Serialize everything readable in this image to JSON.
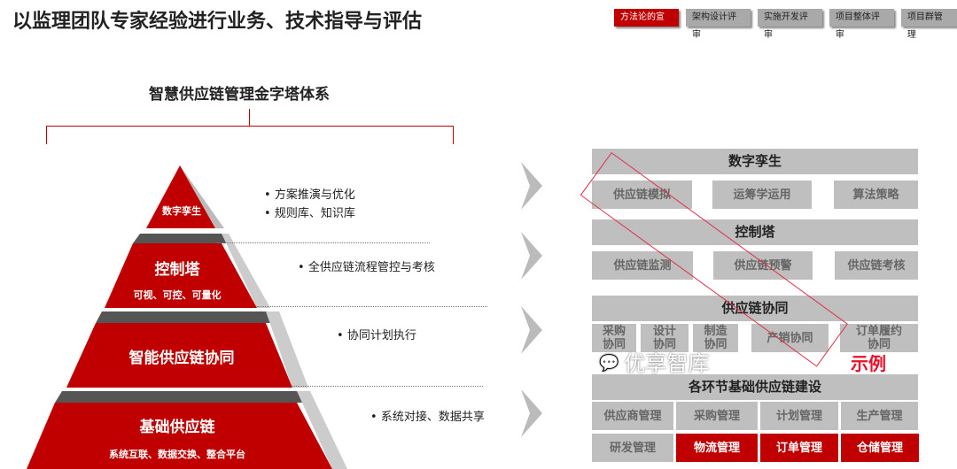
{
  "title": "以监理团队专家经验进行业务、技术指导与评估",
  "tabs": [
    {
      "label": "方法论的宣贯",
      "active": true
    },
    {
      "label": "架构设计评审"
    },
    {
      "label": "实施开发评审"
    },
    {
      "label": "项目整体评审"
    },
    {
      "label": "项目群管理"
    }
  ],
  "pyramid": {
    "title": "智慧供应链管理金字塔体系",
    "tiers": [
      {
        "label": "数字孪生",
        "sub": ""
      },
      {
        "label": "控制塔",
        "sub": "可视、可控、可量化"
      },
      {
        "label": "智能供应链协同",
        "sub": ""
      },
      {
        "label": "基础供应链",
        "sub": "系统互联、数据交换、整合平台"
      }
    ],
    "bullets": [
      [
        "方案推演与优化",
        "规则库、知识库"
      ],
      [
        "全供应链流程管控与考核"
      ],
      [
        "协同计划执行"
      ],
      [
        "系统对接、数据共享"
      ]
    ]
  },
  "grid": {
    "h1": "数字孪生",
    "r1": [
      "供应链模拟",
      "运筹学运用",
      "算法策略"
    ],
    "h2": "控制塔",
    "r2": [
      "供应链监测",
      "供应链预警",
      "供应链考核"
    ],
    "h3": "供应链协同",
    "r3": [
      "采购\n协同",
      "设计\n协同",
      "制造\n协同",
      "产销协同",
      "订单履约\n协同"
    ],
    "h4": "各环节基础供应链建设",
    "r4": [
      "供应商管理",
      "采购管理",
      "计划管理",
      "生产管理"
    ],
    "r5": [
      "研发管理",
      "物流管理",
      "订单管理",
      "仓储管理"
    ]
  },
  "stamp": "示例",
  "watermark": "优享智库",
  "colors": {
    "accent": "#c00000",
    "cell": "#bfbfbf"
  }
}
